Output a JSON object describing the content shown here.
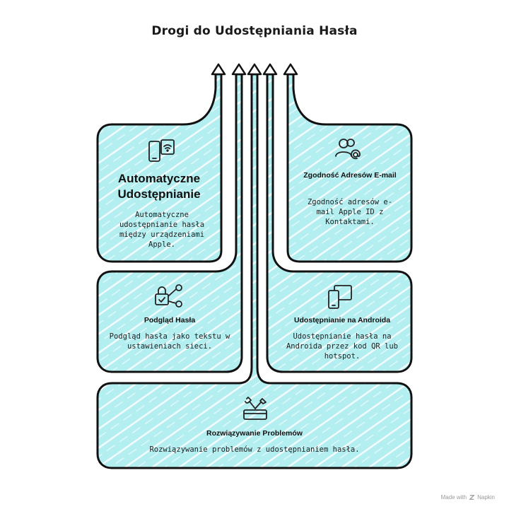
{
  "title": "Drogi do Udostępniania Hasła",
  "cards": {
    "auto": {
      "title": "Automatyczne Udostępnianie",
      "desc": "Automatyczne udostępnianie hasła między urządzeniami Apple.",
      "icon": "phone-wifi-icon"
    },
    "email": {
      "title": "Zgodność Adresów E-mail",
      "desc": "Zgodność adresów e-mail Apple ID z Kontaktami.",
      "icon": "user-at-icon"
    },
    "preview": {
      "title": "Podgląd Hasła",
      "desc": "Podgląd hasła jako tekstu w ustawieniach sieci.",
      "icon": "lock-share-icon"
    },
    "android": {
      "title": "Udostępnianie na Androida",
      "desc": "Udostępnianie hasła na Androida przez kod QR lub hotspot.",
      "icon": "devices-icon"
    },
    "trouble": {
      "title": "Rozwiązywanie Problemów",
      "desc": "Rozwiązywanie problemów z udostępnianiem hasła.",
      "icon": "toolbox-icon"
    }
  },
  "footer": {
    "made_with": "Made with",
    "brand": "Napkin"
  },
  "colors": {
    "fill": "#b3eef0",
    "stroke": "#111111",
    "hatch": "#ffffff"
  }
}
